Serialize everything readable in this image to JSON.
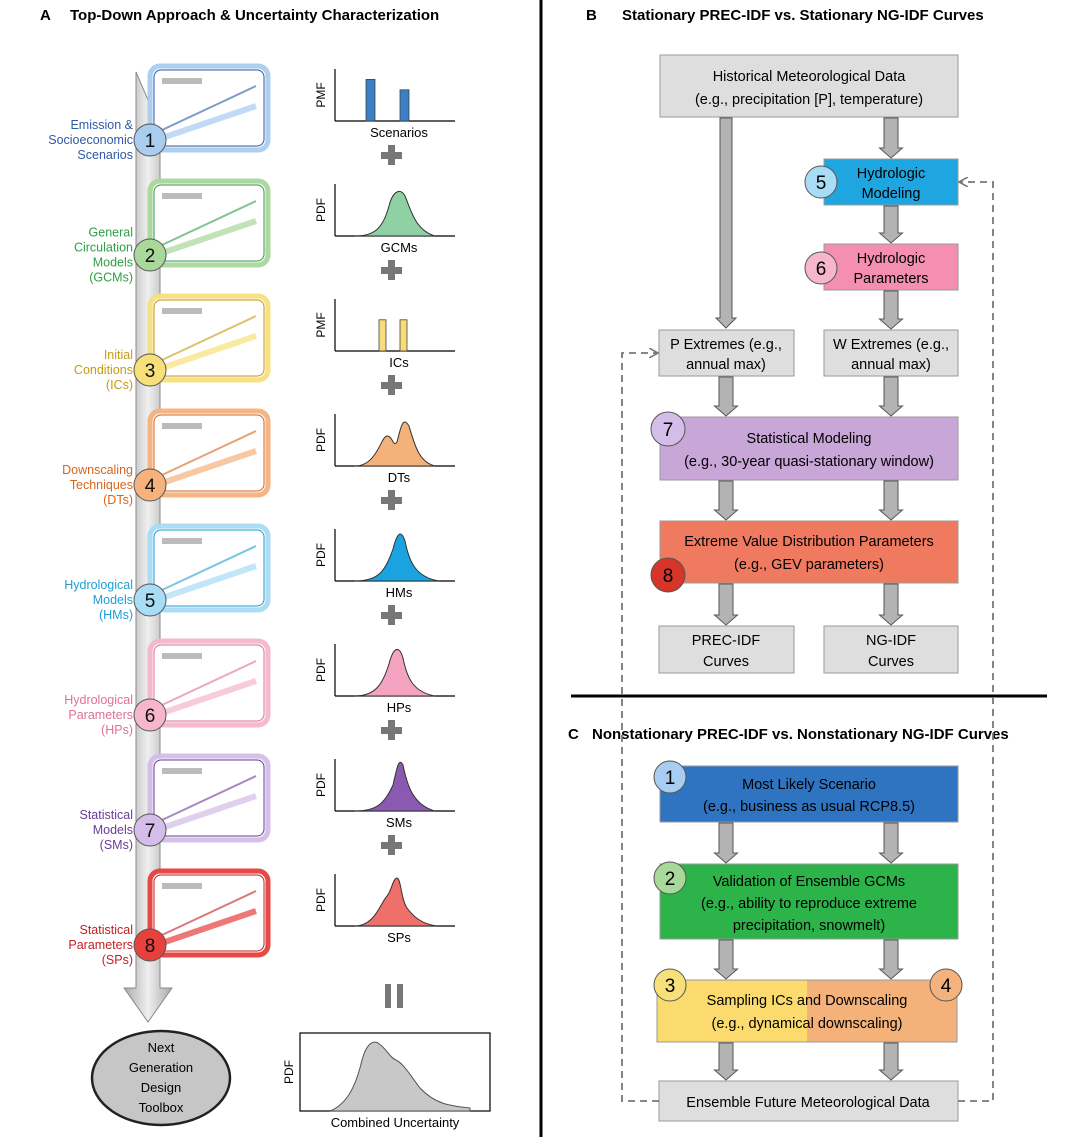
{
  "panel_a": {
    "letter": "A",
    "title": "Top-Down Approach & Uncertainty Characterization",
    "steps": [
      {
        "num": "1",
        "lines": [
          "Emission &",
          "Socioeconomic",
          "Scenarios"
        ],
        "color": "#2e5aa8",
        "circle": "#a9cdf0",
        "thumb": "scenarios-chart-thumbnail",
        "dist_label": "Scenarios",
        "dist_ylabel": "PMF",
        "dist_kind": "pmf",
        "dist_color": "#3b7fc7",
        "bars": [
          0.8,
          0.6
        ]
      },
      {
        "num": "2",
        "lines": [
          "General",
          "Circulation",
          "Models",
          "(GCMs)"
        ],
        "color": "#2f9e44",
        "circle": "#a8d89a",
        "thumb": "globe-grid-thumbnail",
        "dist_label": "GCMs",
        "dist_ylabel": "PDF",
        "dist_kind": "pdf",
        "dist_color": "#8fd1a5"
      },
      {
        "num": "3",
        "lines": [
          "Initial",
          "Conditions",
          "(ICs)"
        ],
        "color": "#c89a12",
        "circle": "#f7e07a",
        "thumb": "initial-conditions-maps-thumbnail",
        "dist_label": "ICs",
        "dist_ylabel": "PMF",
        "dist_kind": "pmf",
        "dist_color": "#f8dc7a",
        "bars": [
          0.6,
          0.6
        ]
      },
      {
        "num": "4",
        "lines": [
          "Downscaling",
          "Techniques",
          "(DTs)"
        ],
        "color": "#d8661c",
        "circle": "#f6b27c",
        "thumb": "downscaling-grid-thumbnail",
        "dist_label": "DTs",
        "dist_ylabel": "PDF",
        "dist_kind": "pdf",
        "dist_color": "#f4b27a"
      },
      {
        "num": "5",
        "lines": [
          "Hydrological",
          "Models",
          "(HMs)"
        ],
        "color": "#1d9fd6",
        "circle": "#a9dcf5",
        "thumb": "hydrological-model-thumbnail",
        "dist_label": "HMs",
        "dist_ylabel": "PDF",
        "dist_kind": "pdf",
        "dist_color": "#1aa3e0"
      },
      {
        "num": "6",
        "lines": [
          "Hydrological",
          "Parameters",
          "(HPs)"
        ],
        "color": "#e0709a",
        "circle": "#f6b6cb",
        "thumb": "parameter-table-thumbnail",
        "dist_label": "HPs",
        "dist_ylabel": "PDF",
        "dist_kind": "pdf",
        "dist_color": "#f4a4c0"
      },
      {
        "num": "7",
        "lines": [
          "Statistical",
          "Models",
          "(SMs)"
        ],
        "color": "#6a3c96",
        "circle": "#d4bde8",
        "thumb": "statistical-model-thumbnail",
        "dist_label": "SMs",
        "dist_ylabel": "PDF",
        "dist_kind": "pdf",
        "dist_color": "#8a5ab0"
      },
      {
        "num": "8",
        "lines": [
          "Statistical",
          "Parameters",
          "(SPs)"
        ],
        "color": "#c42026",
        "circle": "#e8403c",
        "thumb": "regression-scatter-thumbnail",
        "dist_label": "SPs",
        "dist_ylabel": "PDF",
        "dist_kind": "pdf",
        "dist_color": "#ef6f6a"
      }
    ],
    "ellipse_lines": [
      "Next",
      "Generation",
      "Design",
      "Toolbox"
    ],
    "combined": {
      "ylabel": "PDF",
      "label": "Combined Uncertainty"
    }
  },
  "panel_b": {
    "letter": "B",
    "title": "Stationary PREC-IDF vs. Stationary NG-IDF Curves",
    "hist": [
      "Historical Meteorological Data",
      "(e.g., precipitation [P], temperature)"
    ],
    "hydro_model": [
      "Hydrologic",
      "Modeling"
    ],
    "hydro_params": [
      "Hydrologic",
      "Parameters"
    ],
    "p_ext": [
      "P Extremes (e.g.,",
      "annual max)"
    ],
    "w_ext": [
      "W Extremes (e.g.,",
      "annual max)"
    ],
    "stat_model": [
      "Statistical Modeling",
      "(e.g., 30-year quasi-stationary window)"
    ],
    "evd": [
      "Extreme Value Distribution Parameters",
      "(e.g., GEV parameters)"
    ],
    "prec_idf": [
      "PREC-IDF",
      "Curves"
    ],
    "ng_idf": [
      "NG-IDF",
      "Curves"
    ],
    "num5": "5",
    "num6": "6",
    "num7": "7",
    "num8": "8"
  },
  "panel_c": {
    "letter": "C",
    "title": "Nonstationary PREC-IDF vs. Nonstationary NG-IDF Curves",
    "scenario": [
      "Most Likely Scenario",
      "(e.g., business as usual RCP8.5)"
    ],
    "gcm": [
      "Validation of Ensemble GCMs",
      "(e.g., ability to reproduce extreme",
      "precipitation, snowmelt)"
    ],
    "sampling": [
      "Sampling ICs and Downscaling",
      "(e.g., dynamical downscaling)"
    ],
    "future": "Ensemble Future Meteorological Data",
    "num1": "1",
    "num2": "2",
    "num3": "3",
    "num4": "4"
  }
}
